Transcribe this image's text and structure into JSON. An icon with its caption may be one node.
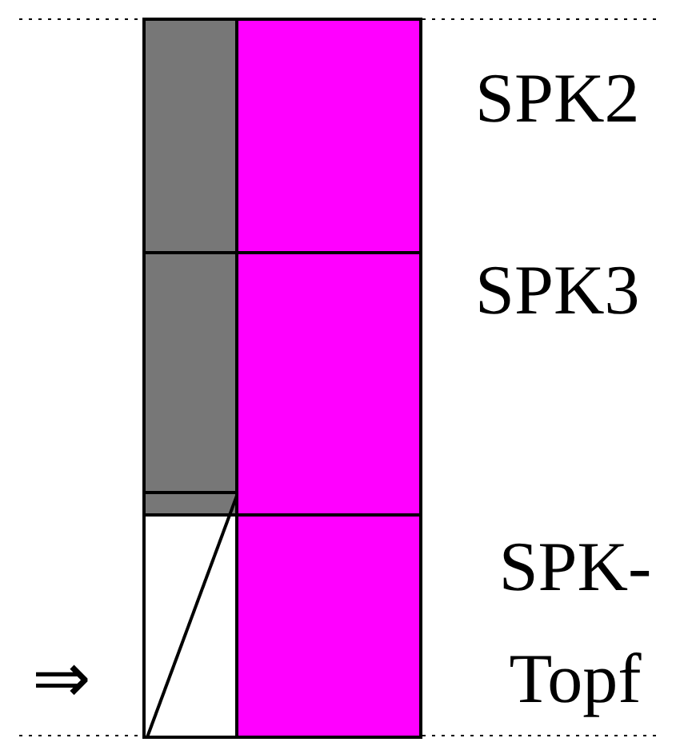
{
  "diagram": {
    "labels": [
      "SPK2",
      "SPK3",
      "SPK- Topf",
      "⇒"
    ]
  }
}
